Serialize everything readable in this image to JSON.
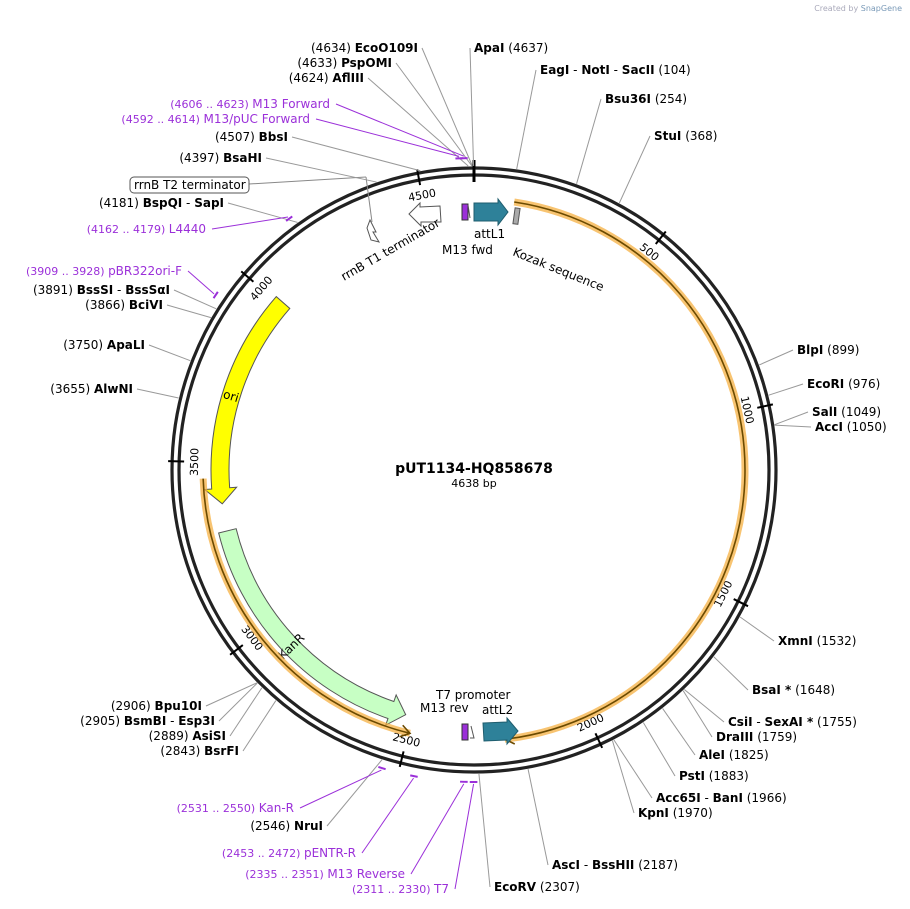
{
  "credit": {
    "prefix": "Created by",
    "brand": "SnapGene"
  },
  "plasmid": {
    "name": "pUT1134-HQ858678",
    "length": 4638,
    "length_label": "4638 bp"
  },
  "ticks": [
    {
      "bp": 500,
      "label": "500"
    },
    {
      "bp": 1000,
      "label": "1000"
    },
    {
      "bp": 1500,
      "label": "1500"
    },
    {
      "bp": 2000,
      "label": "2000"
    },
    {
      "bp": 2500,
      "label": "2500"
    },
    {
      "bp": 3000,
      "label": "3000"
    },
    {
      "bp": 3500,
      "label": "3500"
    },
    {
      "bp": 4000,
      "label": "4000"
    },
    {
      "bp": 4500,
      "label": "4500"
    }
  ],
  "sites": [
    {
      "id": "ecoo109i",
      "pos": 4634,
      "names": [
        "EcoO109I"
      ],
      "coord": "(4634)",
      "side": "left"
    },
    {
      "id": "pspomi",
      "pos": 4633,
      "names": [
        "PspOMI"
      ],
      "coord": "(4633)",
      "side": "left"
    },
    {
      "id": "aflii",
      "pos": 4624,
      "names": [
        "AflIII"
      ],
      "coord": "(4624)",
      "side": "left"
    },
    {
      "id": "bbsi",
      "pos": 4507,
      "names": [
        "BbsI"
      ],
      "coord": "(4507)",
      "side": "left"
    },
    {
      "id": "bsahi",
      "pos": 4397,
      "names": [
        "BsaHI"
      ],
      "coord": "(4397)",
      "side": "left"
    },
    {
      "id": "bspqi",
      "pos": 4181,
      "names": [
        "BspQI",
        "SapI"
      ],
      "coord": "(4181)",
      "side": "left"
    },
    {
      "id": "bsssi",
      "pos": 3891,
      "names": [
        "BssSI",
        "BssSαI"
      ],
      "coord": "(3891)",
      "side": "left"
    },
    {
      "id": "bcivi",
      "pos": 3866,
      "names": [
        "BciVI"
      ],
      "coord": "(3866)",
      "side": "left"
    },
    {
      "id": "apali",
      "pos": 3750,
      "names": [
        "ApaLI"
      ],
      "coord": "(3750)",
      "side": "left"
    },
    {
      "id": "alwni",
      "pos": 3655,
      "names": [
        "AlwNI"
      ],
      "coord": "(3655)",
      "side": "left"
    },
    {
      "id": "bpu10i",
      "pos": 2906,
      "names": [
        "Bpu10I"
      ],
      "coord": "(2906)",
      "side": "left"
    },
    {
      "id": "bsmbi",
      "pos": 2905,
      "names": [
        "BsmBI",
        "Esp3I"
      ],
      "coord": "(2905)",
      "side": "left"
    },
    {
      "id": "asisi",
      "pos": 2889,
      "names": [
        "AsiSI"
      ],
      "coord": "(2889)",
      "side": "left"
    },
    {
      "id": "bsrfi",
      "pos": 2843,
      "names": [
        "BsrFI"
      ],
      "coord": "(2843)",
      "side": "left"
    },
    {
      "id": "nrui",
      "pos": 2546,
      "names": [
        "NruI"
      ],
      "coord": "(2546)",
      "side": "left"
    },
    {
      "id": "apai",
      "pos": 4637,
      "names": [
        "ApaI"
      ],
      "coord": "(4637)",
      "side": "right"
    },
    {
      "id": "eagi",
      "pos": 104,
      "names": [
        "EagI",
        "NotI",
        "SacII"
      ],
      "coord": "(104)",
      "side": "right"
    },
    {
      "id": "bsu36i",
      "pos": 254,
      "names": [
        "Bsu36I"
      ],
      "coord": "(254)",
      "side": "right"
    },
    {
      "id": "stui",
      "pos": 368,
      "names": [
        "StuI"
      ],
      "coord": "(368)",
      "side": "right"
    },
    {
      "id": "blpi",
      "pos": 899,
      "names": [
        "BlpI"
      ],
      "coord": "(899)",
      "side": "right"
    },
    {
      "id": "ecori",
      "pos": 976,
      "names": [
        "EcoRI"
      ],
      "coord": "(976)",
      "side": "right"
    },
    {
      "id": "sali",
      "pos": 1049,
      "names": [
        "SalI"
      ],
      "coord": "(1049)",
      "side": "right"
    },
    {
      "id": "acci",
      "pos": 1050,
      "names": [
        "AccI"
      ],
      "coord": "(1050)",
      "side": "right"
    },
    {
      "id": "xmni",
      "pos": 1532,
      "names": [
        "XmnI"
      ],
      "coord": "(1532)",
      "side": "right"
    },
    {
      "id": "bsai",
      "pos": 1648,
      "names": [
        "BsaI *"
      ],
      "coord": "(1648)",
      "side": "right"
    },
    {
      "id": "csii",
      "pos": 1755,
      "names": [
        "CsiI",
        "SexAI *"
      ],
      "coord": "(1755)",
      "side": "right"
    },
    {
      "id": "draiii",
      "pos": 1759,
      "names": [
        "DraIII"
      ],
      "coord": "(1759)",
      "side": "right"
    },
    {
      "id": "alei",
      "pos": 1825,
      "names": [
        "AleI"
      ],
      "coord": "(1825)",
      "side": "right"
    },
    {
      "id": "psti",
      "pos": 1883,
      "names": [
        "PstI"
      ],
      "coord": "(1883)",
      "side": "right"
    },
    {
      "id": "acc65i",
      "pos": 1966,
      "names": [
        "Acc65I",
        "BanI"
      ],
      "coord": "(1966)",
      "side": "right"
    },
    {
      "id": "kpni",
      "pos": 1970,
      "names": [
        "KpnI"
      ],
      "coord": "(1970)",
      "side": "right"
    },
    {
      "id": "asci",
      "pos": 2187,
      "names": [
        "AscI",
        "BssHII"
      ],
      "coord": "(2187)",
      "side": "right"
    },
    {
      "id": "ecorv",
      "pos": 2307,
      "names": [
        "EcoRV"
      ],
      "coord": "(2307)",
      "side": "right"
    }
  ],
  "primers": [
    {
      "id": "m13fwd-primer",
      "range": "(4606 .. 4623)",
      "name": "M13 Forward",
      "mid": 4614
    },
    {
      "id": "m13puc-primer",
      "range": "(4592 .. 4614)",
      "name": "M13/pUC Forward",
      "mid": 4603
    },
    {
      "id": "l4440-primer",
      "range": "(4162 .. 4179)",
      "name": "L4440",
      "mid": 4170
    },
    {
      "id": "pbr322ori-primer",
      "range": "(3909 .. 3928)",
      "name": "pBR322ori-F",
      "mid": 3918
    },
    {
      "id": "kanr-primer",
      "range": "(2531 .. 2550)",
      "name": "Kan-R",
      "mid": 2540
    },
    {
      "id": "pentr-primer",
      "range": "(2453 .. 2472)",
      "name": "pENTR-R",
      "mid": 2462
    },
    {
      "id": "m13rev-primer",
      "range": "(2335 .. 2351)",
      "name": "M13 Reverse",
      "mid": 2343
    },
    {
      "id": "t7-primer",
      "range": "(2311 .. 2330)",
      "name": "T7",
      "mid": 2320
    }
  ],
  "features": [
    {
      "id": "ori",
      "label": "ori",
      "start": 3380,
      "end": 4010,
      "dir": "ccw",
      "color": "#ffff00"
    },
    {
      "id": "kanr",
      "label": "KanR",
      "start": 2520,
      "end": 3300,
      "dir": "ccw",
      "color": "#c7ffc4"
    },
    {
      "id": "insert-top",
      "label": "",
      "start": 110,
      "end": 2235,
      "dir": "cw",
      "color": "#f5b041"
    },
    {
      "id": "insert-bottom",
      "label": "",
      "start": 2495,
      "end": 3455,
      "dir": "ccw",
      "color": "#f5b041"
    }
  ],
  "feature_labels": {
    "attl1": "attL1",
    "m13fwd": "M13 fwd",
    "kozak": "Kozak sequence",
    "rrnb_t1": "rrnB T1 terminator",
    "rrnb_t2": "rrnB T2 terminator",
    "t7_promoter": "T7 promoter",
    "m13rev": "M13 rev",
    "attl2": "attL2"
  },
  "colors": {
    "attl": "#2e8199",
    "m13": "#9b30d9",
    "primer": "#9b30d9",
    "backbone": "#000000"
  }
}
